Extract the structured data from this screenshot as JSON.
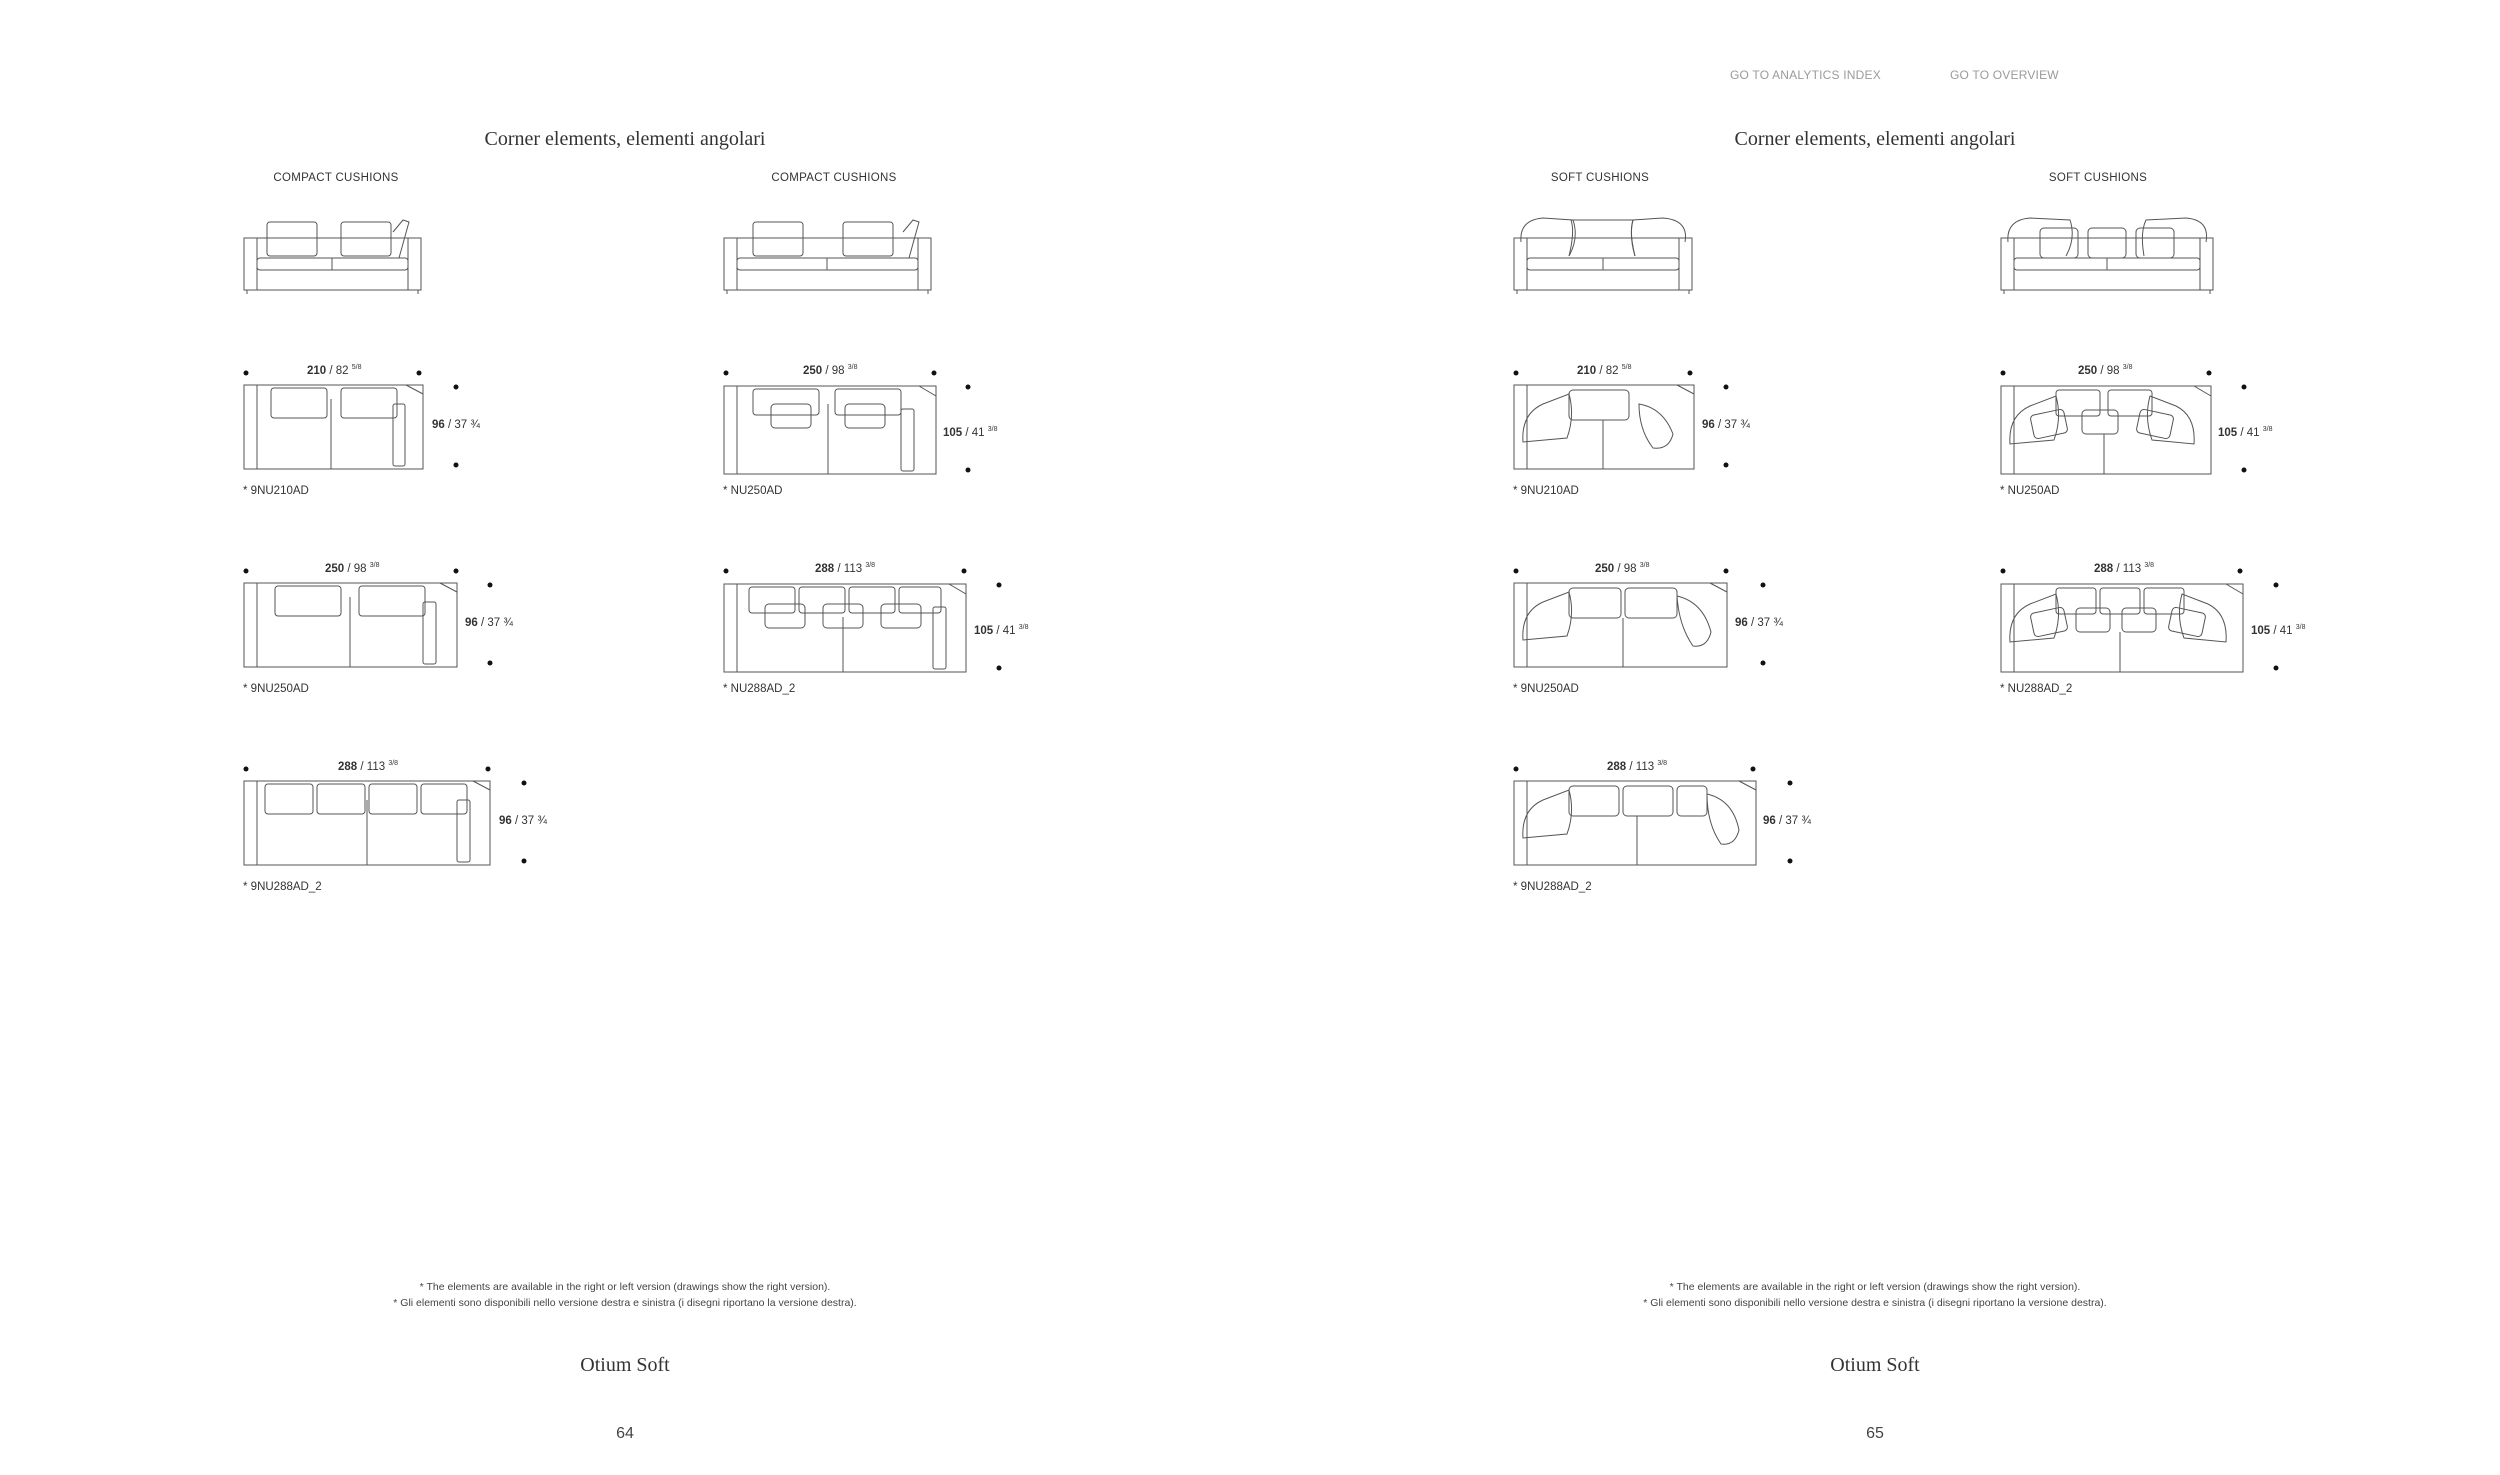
{
  "nav": {
    "analytics_index": "GO TO ANALYTICS INDEX",
    "overview": "GO TO OVERVIEW"
  },
  "left_page": {
    "title": "Corner elements, elementi angolari",
    "col1_head": "COMPACT CUSHIONS",
    "col2_head": "COMPACT CUSHIONS",
    "footnote_en": "* The elements are available in the right or left version (drawings show the right version).",
    "footnote_it": "* Gli elementi sono disponibili nello versione destra e sinistra (i disegni riportano la versione destra).",
    "brand": "Otium Soft",
    "page_number": "64",
    "elements": [
      {
        "w_cm": "210",
        "w_in": "82",
        "w_frac": "5/8",
        "d_cm": "96",
        "d_in": "37 ¾",
        "code": "* 9NU210AD"
      },
      {
        "w_cm": "250",
        "w_in": "98",
        "w_frac": "3/8",
        "d_cm": "105",
        "d_in": "41",
        "d_frac": "3/8",
        "code": "* NU250AD"
      },
      {
        "w_cm": "250",
        "w_in": "98",
        "w_frac": "3/8",
        "d_cm": "96",
        "d_in": "37 ¾",
        "code": "* 9NU250AD"
      },
      {
        "w_cm": "288",
        "w_in": "113",
        "w_frac": "3/8",
        "d_cm": "105",
        "d_in": "41",
        "d_frac": "3/8",
        "code": "* NU288AD_2"
      },
      {
        "w_cm": "288",
        "w_in": "113",
        "w_frac": "3/8",
        "d_cm": "96",
        "d_in": "37 ¾",
        "code": "* 9NU288AD_2"
      }
    ]
  },
  "right_page": {
    "title": "Corner elements, elementi angolari",
    "col1_head": "SOFT CUSHIONS",
    "col2_head": "SOFT CUSHIONS",
    "footnote_en": "* The elements are available in the right or left version (drawings show the right version).",
    "footnote_it": "* Gli elementi sono disponibili nello versione destra e sinistra (i disegni riportano la versione destra).",
    "brand": "Otium Soft",
    "page_number": "65",
    "elements": [
      {
        "w_cm": "210",
        "w_in": "82",
        "w_frac": "5/8",
        "d_cm": "96",
        "d_in": "37 ¾",
        "code": "* 9NU210AD"
      },
      {
        "w_cm": "250",
        "w_in": "98",
        "w_frac": "3/8",
        "d_cm": "105",
        "d_in": "41",
        "d_frac": "3/8",
        "code": "* NU250AD"
      },
      {
        "w_cm": "250",
        "w_in": "98",
        "w_frac": "3/8",
        "d_cm": "96",
        "d_in": "37 ¾",
        "code": "* 9NU250AD"
      },
      {
        "w_cm": "288",
        "w_in": "113",
        "w_frac": "3/8",
        "d_cm": "105",
        "d_in": "41",
        "d_frac": "3/8",
        "code": "* NU288AD_2"
      },
      {
        "w_cm": "288",
        "w_in": "113",
        "w_frac": "3/8",
        "d_cm": "96",
        "d_in": "37 ¾",
        "code": "* 9NU288AD_2"
      }
    ]
  }
}
